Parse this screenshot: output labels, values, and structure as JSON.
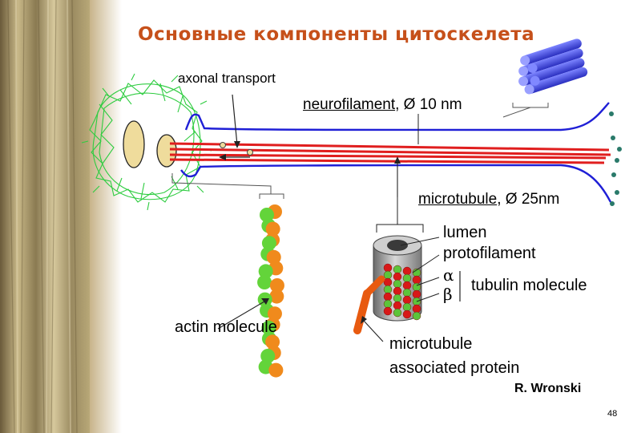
{
  "slide": {
    "title": "Основные компоненты цитоскелета",
    "author": "R. Wronski",
    "page_number": "48"
  },
  "labels": {
    "axonal_transport": "axonal transport",
    "neurofilament_name": "neurofilament",
    "neurofilament_size": ", Ø 10 nm",
    "microtubule_name": "microtubule",
    "microtubule_size": ", Ø 25nm",
    "lumen": "lumen",
    "protofilament": "protofilament",
    "alpha": "α",
    "beta": "β",
    "tubulin_molecule": "tubulin molecule",
    "actin_molecule": "actin molecule",
    "map_line1": "microtubule",
    "map_line2": "associated protein"
  },
  "colors": {
    "title": "#c6501a",
    "neurofilament_blue": "#3b45d9",
    "membrane_blue": "#1f1fd6",
    "axon_red": "#e01e1e",
    "actin_green": "#63d43a",
    "actin_orange": "#f08a1c",
    "mesh_green": "#2ecc40",
    "nucleus": "#efdc9c",
    "dot_teal": "#2a7a6a",
    "tubulin_red": "#d81818",
    "tubulin_green": "#5cc43a",
    "map_orange": "#e85a10"
  }
}
